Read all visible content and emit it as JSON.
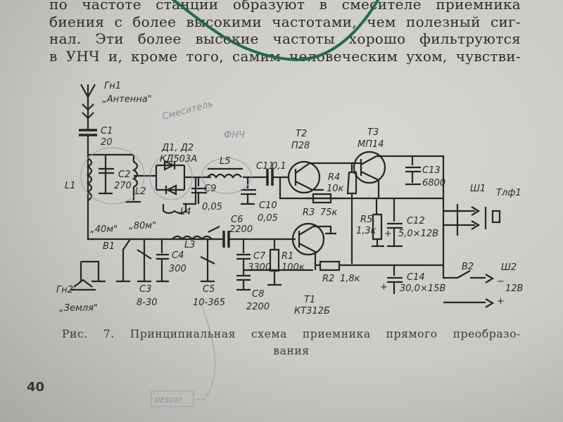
{
  "paragraph": {
    "lines": [
      "по частоте станции образуют в смесителе приемника",
      "биения с более высокими частотами, чем полезный сиг-",
      "нал. Эти более высокие частоты хорошо фильтруются",
      "в УНЧ и, кроме того, самим человеческим ухом, чувстви-"
    ]
  },
  "schematic": {
    "antenna": {
      "ref": "Гн1",
      "name": "„Антенна\""
    },
    "ground": {
      "ref": "Гн2",
      "name": "„Земля\""
    },
    "c1": {
      "ref": "C1",
      "value": "20"
    },
    "c2": {
      "ref": "C2",
      "value": "270"
    },
    "c3": {
      "ref": "C3",
      "value": "8-30"
    },
    "c4": {
      "ref": "C4",
      "value": "300"
    },
    "c5": {
      "ref": "C5",
      "value": "10-365"
    },
    "c6": {
      "ref": "C6",
      "value": "2200"
    },
    "c7": {
      "ref": "C7",
      "value": "3300"
    },
    "c8": {
      "ref": "C8",
      "value": "2200"
    },
    "c9": {
      "ref": "C9",
      "value": "0,05"
    },
    "c10": {
      "ref": "C10",
      "value": "0,05"
    },
    "c11": {
      "ref": "C11",
      "value": "0,1"
    },
    "c12": {
      "ref": "C12",
      "value": "5,0×12В"
    },
    "c13": {
      "ref": "C13",
      "value": "6800"
    },
    "c14": {
      "ref": "C14",
      "value": "30,0×15В"
    },
    "l1": "L1",
    "l2": "L2",
    "l3": "L3",
    "l4": "L4",
    "l5": "L5",
    "diodes": {
      "ref": "Д1, Д2",
      "value": "КД503А"
    },
    "r1": {
      "ref": "R1",
      "value": "100к"
    },
    "r2": {
      "ref": "R2",
      "value": "1,8к"
    },
    "r3": {
      "ref": "R3",
      "value": "75к"
    },
    "r4": {
      "ref": "R4",
      "value": "10к"
    },
    "r5": {
      "ref": "R5",
      "value": "1,3к"
    },
    "t1": {
      "ref": "T1",
      "value": "КТ312Б"
    },
    "t2": {
      "ref": "T2",
      "value": "П28"
    },
    "t3": {
      "ref": "T3",
      "value": "МП14"
    },
    "b1": "В1",
    "b2": "В2",
    "band40": "„40м\"",
    "band80": "„80м\"",
    "sh1": "Ш1",
    "phone": "Тлф1",
    "sh2": "Ш2",
    "minus": "−",
    "plus": "+",
    "supply": "12В",
    "plus_c12": "+",
    "plus_c14": "+"
  },
  "handwritten": {
    "mixer": "Смеситель",
    "lpf": "ФНЧ",
    "note": "DE510?"
  },
  "caption": {
    "line1": "Рис. 7. Принципиальная схема приемника прямого преобразо-",
    "line2": "вания"
  },
  "page_number": "40"
}
